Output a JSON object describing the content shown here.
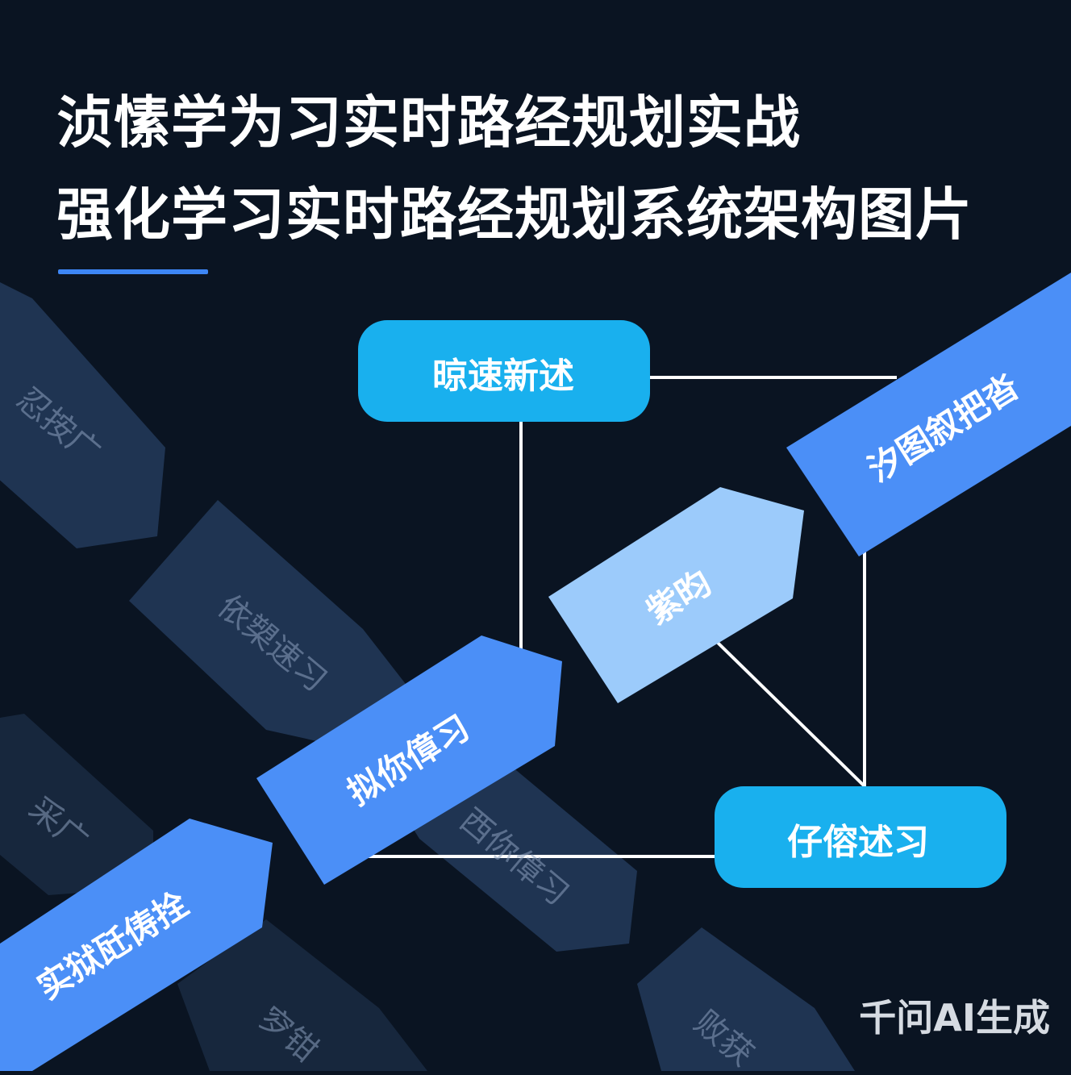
{
  "title_lines": [
    "浈愫学为习实时路经规划实战",
    "强化学习实时路经规划系统架构图片"
  ],
  "boxes": [
    {
      "id": "top",
      "label": "晾速新述"
    },
    {
      "id": "bottom",
      "label": "仔傛述习"
    }
  ],
  "tags": [
    {
      "id": "tag-right",
      "label": "汐图叙把沓"
    },
    {
      "id": "tag-center",
      "label": "紫昀"
    },
    {
      "id": "tag-middle",
      "label": "拟你傽习"
    },
    {
      "id": "tag-left",
      "label": "实狱瓩俦拴"
    }
  ],
  "ghost_tags": [
    {
      "id": "ghost-1",
      "label": "忍按广"
    },
    {
      "id": "ghost-2",
      "label": "依槊速习"
    },
    {
      "id": "ghost-3",
      "label": "采广"
    },
    {
      "id": "ghost-4",
      "label": "西你傽习"
    },
    {
      "id": "ghost-5",
      "label": "穸钳"
    },
    {
      "id": "ghost-6",
      "label": "败获"
    }
  ],
  "watermark": "千问AI生成",
  "colors": {
    "background": "#0a1422",
    "box": "#19b0ee",
    "tag_blue": "#4b8ff7",
    "tag_light": "#9ccbfb",
    "ghost": "#1f3452",
    "line": "#ffffff",
    "accent": "#3d86f5"
  }
}
